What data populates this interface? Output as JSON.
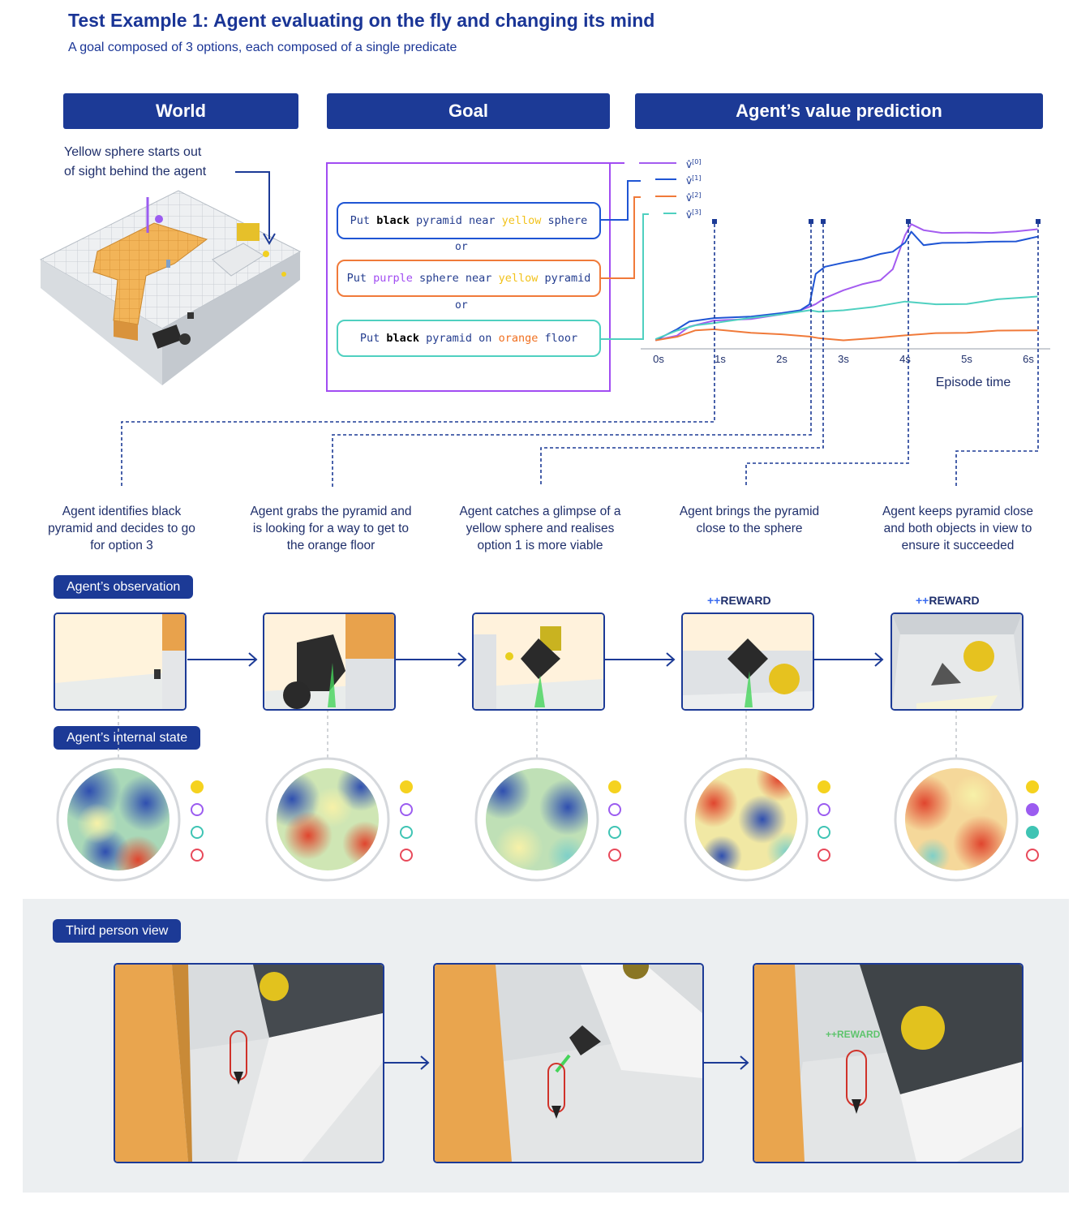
{
  "title": "Test Example 1: Agent evaluating on the fly and changing its mind",
  "subtitle": "A goal composed of 3 options, each composed of a single predicate",
  "headers": {
    "world": "World",
    "goal": "Goal",
    "value": "Agent’s value prediction"
  },
  "world": {
    "note_line1": "Yellow sphere starts out",
    "note_line2": "of sight behind the agent"
  },
  "goal": {
    "options": [
      [
        {
          "t": "Put ",
          "c": "#243d8f",
          "b": false
        },
        {
          "t": "black",
          "c": "#000000",
          "b": true
        },
        {
          "t": " pyramid near ",
          "c": "#243d8f",
          "b": false
        },
        {
          "t": "yellow",
          "c": "#f2c21b",
          "b": false
        },
        {
          "t": " sphere",
          "c": "#243d8f",
          "b": false
        }
      ],
      [
        {
          "t": "Put ",
          "c": "#243d8f",
          "b": false
        },
        {
          "t": "purple",
          "c": "#a14cf2",
          "b": false
        },
        {
          "t": " sphere near ",
          "c": "#243d8f",
          "b": false
        },
        {
          "t": "yellow",
          "c": "#f2c21b",
          "b": false
        },
        {
          "t": " pyramid",
          "c": "#243d8f",
          "b": false
        }
      ],
      [
        {
          "t": "Put ",
          "c": "#243d8f",
          "b": false
        },
        {
          "t": "black",
          "c": "#000000",
          "b": true
        },
        {
          "t": " pyramid on ",
          "c": "#243d8f",
          "b": false
        },
        {
          "t": "orange",
          "c": "#f07020",
          "b": false
        },
        {
          "t": " floor",
          "c": "#243d8f",
          "b": false
        }
      ]
    ],
    "or_label": "or",
    "colors": {
      "outer": "#a14cf2",
      "opt1": "#1f55d4",
      "opt2": "#f07a3a",
      "opt3": "#4fd0c0"
    }
  },
  "chart_data": {
    "type": "line",
    "xlabel": "Episode time",
    "ticks": [
      "0s",
      "1s",
      "2s",
      "3s",
      "4s",
      "5s",
      "6s"
    ],
    "xlim": [
      -0.3,
      6.3
    ],
    "ylim": [
      0,
      1
    ],
    "markers": [
      0.9,
      2.45,
      2.6,
      4.05,
      6.15
    ],
    "series": [
      {
        "name": "v[0]",
        "sup": "[0]",
        "color": "#a45cf0",
        "x": [
          -0.05,
          0.3,
          0.5,
          0.9,
          1.5,
          2.0,
          2.3,
          2.45,
          2.55,
          2.7,
          3.0,
          3.3,
          3.6,
          3.8,
          4.0,
          4.1,
          4.3,
          4.6,
          5.0,
          5.4,
          5.8,
          6.15
        ],
        "y": [
          0.02,
          0.05,
          0.13,
          0.17,
          0.19,
          0.22,
          0.26,
          0.28,
          0.31,
          0.35,
          0.42,
          0.46,
          0.5,
          0.58,
          0.86,
          0.94,
          0.9,
          0.87,
          0.88,
          0.87,
          0.89,
          0.9
        ]
      },
      {
        "name": "v[1]",
        "sup": "[1]",
        "color": "#1f55d4",
        "x": [
          -0.05,
          0.3,
          0.5,
          0.9,
          1.5,
          2.0,
          2.3,
          2.45,
          2.55,
          2.7,
          3.0,
          3.3,
          3.6,
          3.8,
          4.0,
          4.1,
          4.3,
          4.6,
          5.0,
          5.4,
          5.8,
          6.15
        ],
        "y": [
          0.02,
          0.1,
          0.17,
          0.19,
          0.21,
          0.23,
          0.26,
          0.3,
          0.55,
          0.6,
          0.64,
          0.66,
          0.71,
          0.72,
          0.8,
          0.88,
          0.78,
          0.79,
          0.8,
          0.8,
          0.81,
          0.84
        ]
      },
      {
        "name": "v[2]",
        "sup": "[2]",
        "color": "#f07a3a",
        "x": [
          -0.05,
          0.3,
          0.6,
          0.9,
          1.5,
          2.0,
          2.45,
          2.6,
          3.0,
          3.5,
          4.0,
          4.5,
          5.0,
          5.5,
          6.15
        ],
        "y": [
          0.02,
          0.04,
          0.1,
          0.1,
          0.08,
          0.06,
          0.05,
          0.03,
          0.02,
          0.03,
          0.06,
          0.07,
          0.08,
          0.09,
          0.1
        ]
      },
      {
        "name": "v[3]",
        "sup": "[3]",
        "color": "#4fd0c0",
        "x": [
          -0.05,
          0.3,
          0.6,
          0.9,
          1.5,
          2.0,
          2.45,
          2.6,
          3.0,
          3.5,
          4.0,
          4.5,
          5.0,
          5.5,
          6.15
        ],
        "y": [
          0.03,
          0.09,
          0.14,
          0.15,
          0.2,
          0.22,
          0.26,
          0.24,
          0.26,
          0.28,
          0.33,
          0.3,
          0.31,
          0.34,
          0.37
        ]
      }
    ]
  },
  "steps": [
    {
      "desc": "Agent identifies black pyramid and decides to go for option 3",
      "reward": "",
      "dots": [
        "filled",
        "empty",
        "empty",
        "empty"
      ]
    },
    {
      "desc": "Agent grabs the pyramid and is looking for a way to get to the orange floor",
      "reward": "",
      "dots": [
        "filled",
        "empty",
        "empty",
        "empty"
      ]
    },
    {
      "desc": "Agent catches a glimpse of a yellow sphere and realises option 1 is more viable",
      "reward": "",
      "dots": [
        "filled",
        "empty",
        "empty",
        "empty"
      ]
    },
    {
      "desc": "Agent brings the pyramid close to the sphere",
      "reward": "++REWARD",
      "dots": [
        "filled",
        "empty",
        "empty",
        "empty"
      ]
    },
    {
      "desc": "Agent keeps pyramid close and both objects in view to ensure it succeeded",
      "reward": "++REWARD",
      "dots": [
        "filled",
        "filled",
        "filled",
        "empty"
      ]
    }
  ],
  "reward_prefix": "++",
  "reward_word": "REWARD",
  "dot_colors": [
    "#f5d21f",
    "#9b5cf0",
    "#3fc4b4",
    "#e8495a"
  ],
  "labels": {
    "observation": "Agent’s observation",
    "internal_state": "Agent’s internal state",
    "third_person": "Third person view",
    "tp_reward": "++REWARD"
  }
}
